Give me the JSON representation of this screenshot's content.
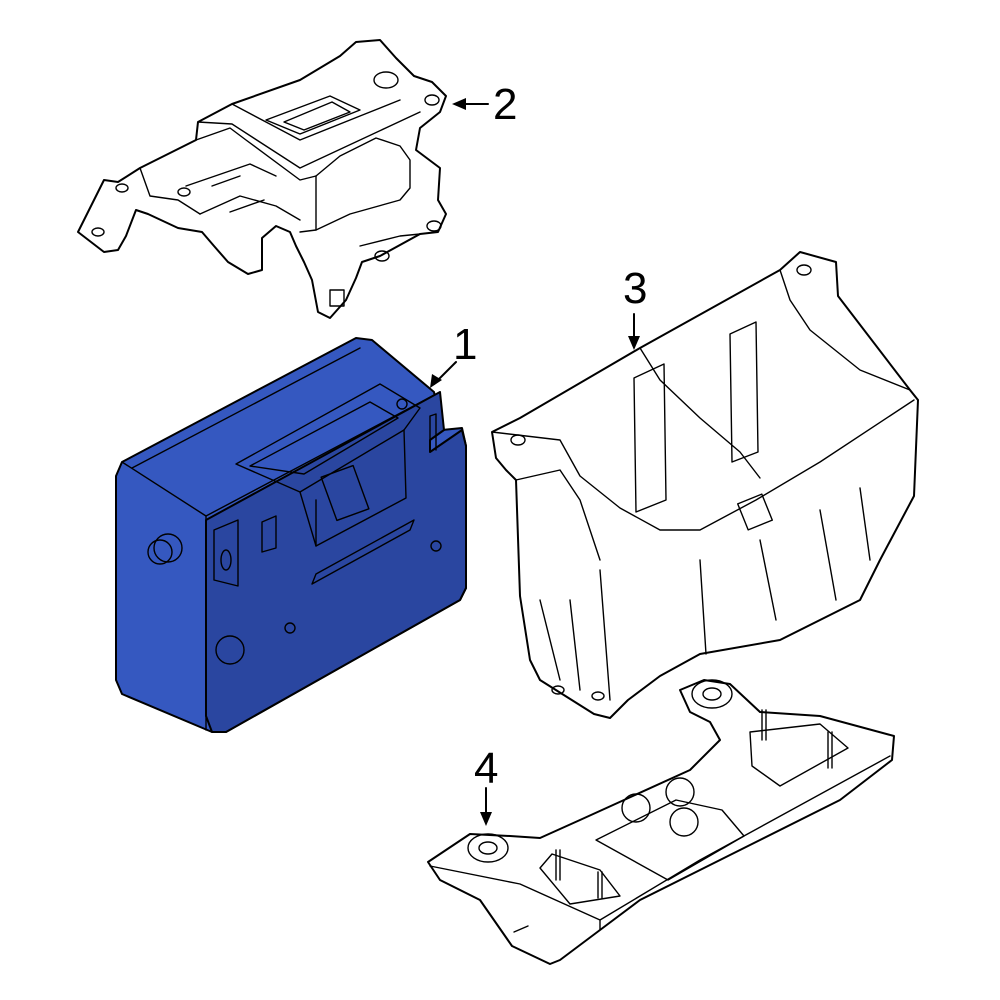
{
  "colors": {
    "highlight": "#3558c0",
    "highlight_dark": "#2a46a0",
    "line": "#000000",
    "background": "#ffffff"
  },
  "callouts": [
    {
      "part": "battery",
      "label": "1"
    },
    {
      "part": "hold-down-bracket",
      "label": "2"
    },
    {
      "part": "battery-tray",
      "label": "3"
    },
    {
      "part": "tray-support",
      "label": "4"
    }
  ]
}
